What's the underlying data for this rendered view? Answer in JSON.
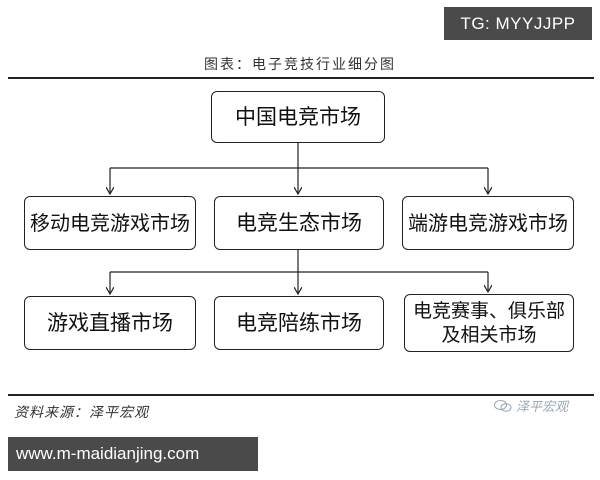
{
  "badge": {
    "text": "TG: MYYJJPP"
  },
  "figure": {
    "title": "图表：电子竞技行业细分图"
  },
  "diagram": {
    "root": "中国电竞市场",
    "level1": [
      "移动电竞游戏市场",
      "电竞生态市场",
      "端游电竞游戏市场"
    ],
    "level2": [
      "游戏直播市场",
      "电竞陪练市场",
      "电竞赛事、俱乐部及相关市场"
    ]
  },
  "source": {
    "text": "资料来源：泽平宏观"
  },
  "watermark": {
    "text": "泽平宏观",
    "icon": "wechat-icon"
  },
  "site": {
    "url": "www.m-maidianjing.com"
  },
  "colors": {
    "banner": "#4a4a4a",
    "line": "#222222",
    "watermark": "#9aa6b2"
  }
}
